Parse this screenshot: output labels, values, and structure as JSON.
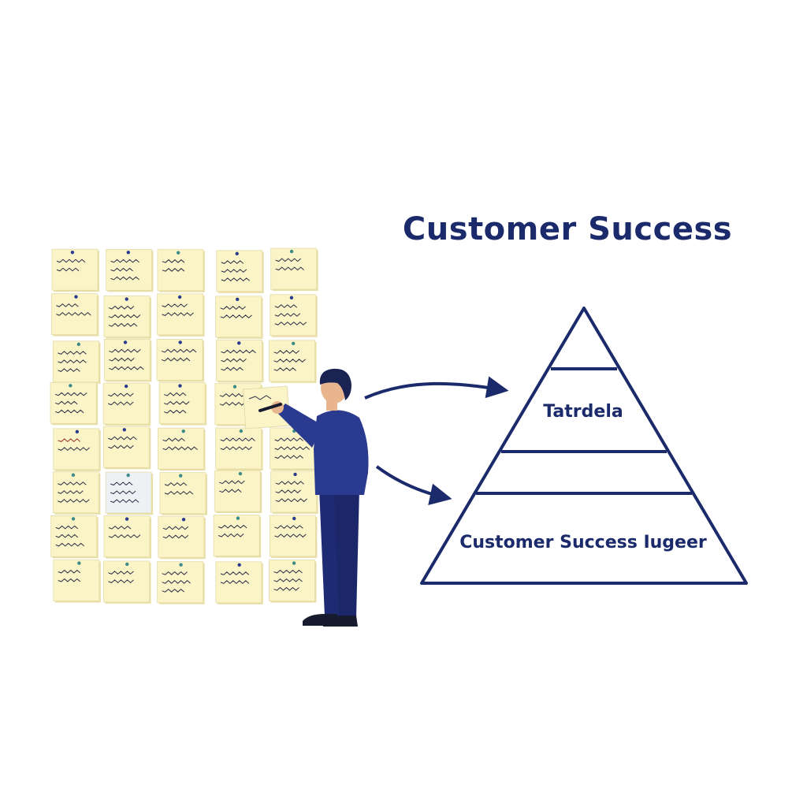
{
  "diagram": {
    "title": "Customer Success",
    "pyramid_tiers": [
      {
        "label": ""
      },
      {
        "label": "Tatrdela"
      },
      {
        "label": ""
      },
      {
        "label": "Customer Success Iugeer"
      }
    ],
    "sticky_note_board": {
      "rows": 8,
      "columns": 5
    }
  },
  "colors": {
    "ink": "#1b2a6b",
    "note": "#fbf4c6",
    "note_shade": "#e9dfa6",
    "note_alt": "#eef1f4",
    "figure_suit": "#2a3a8f",
    "figure_pants": "#1e2b73",
    "figure_hair": "#1a2352",
    "skin": "#e9b58f"
  }
}
